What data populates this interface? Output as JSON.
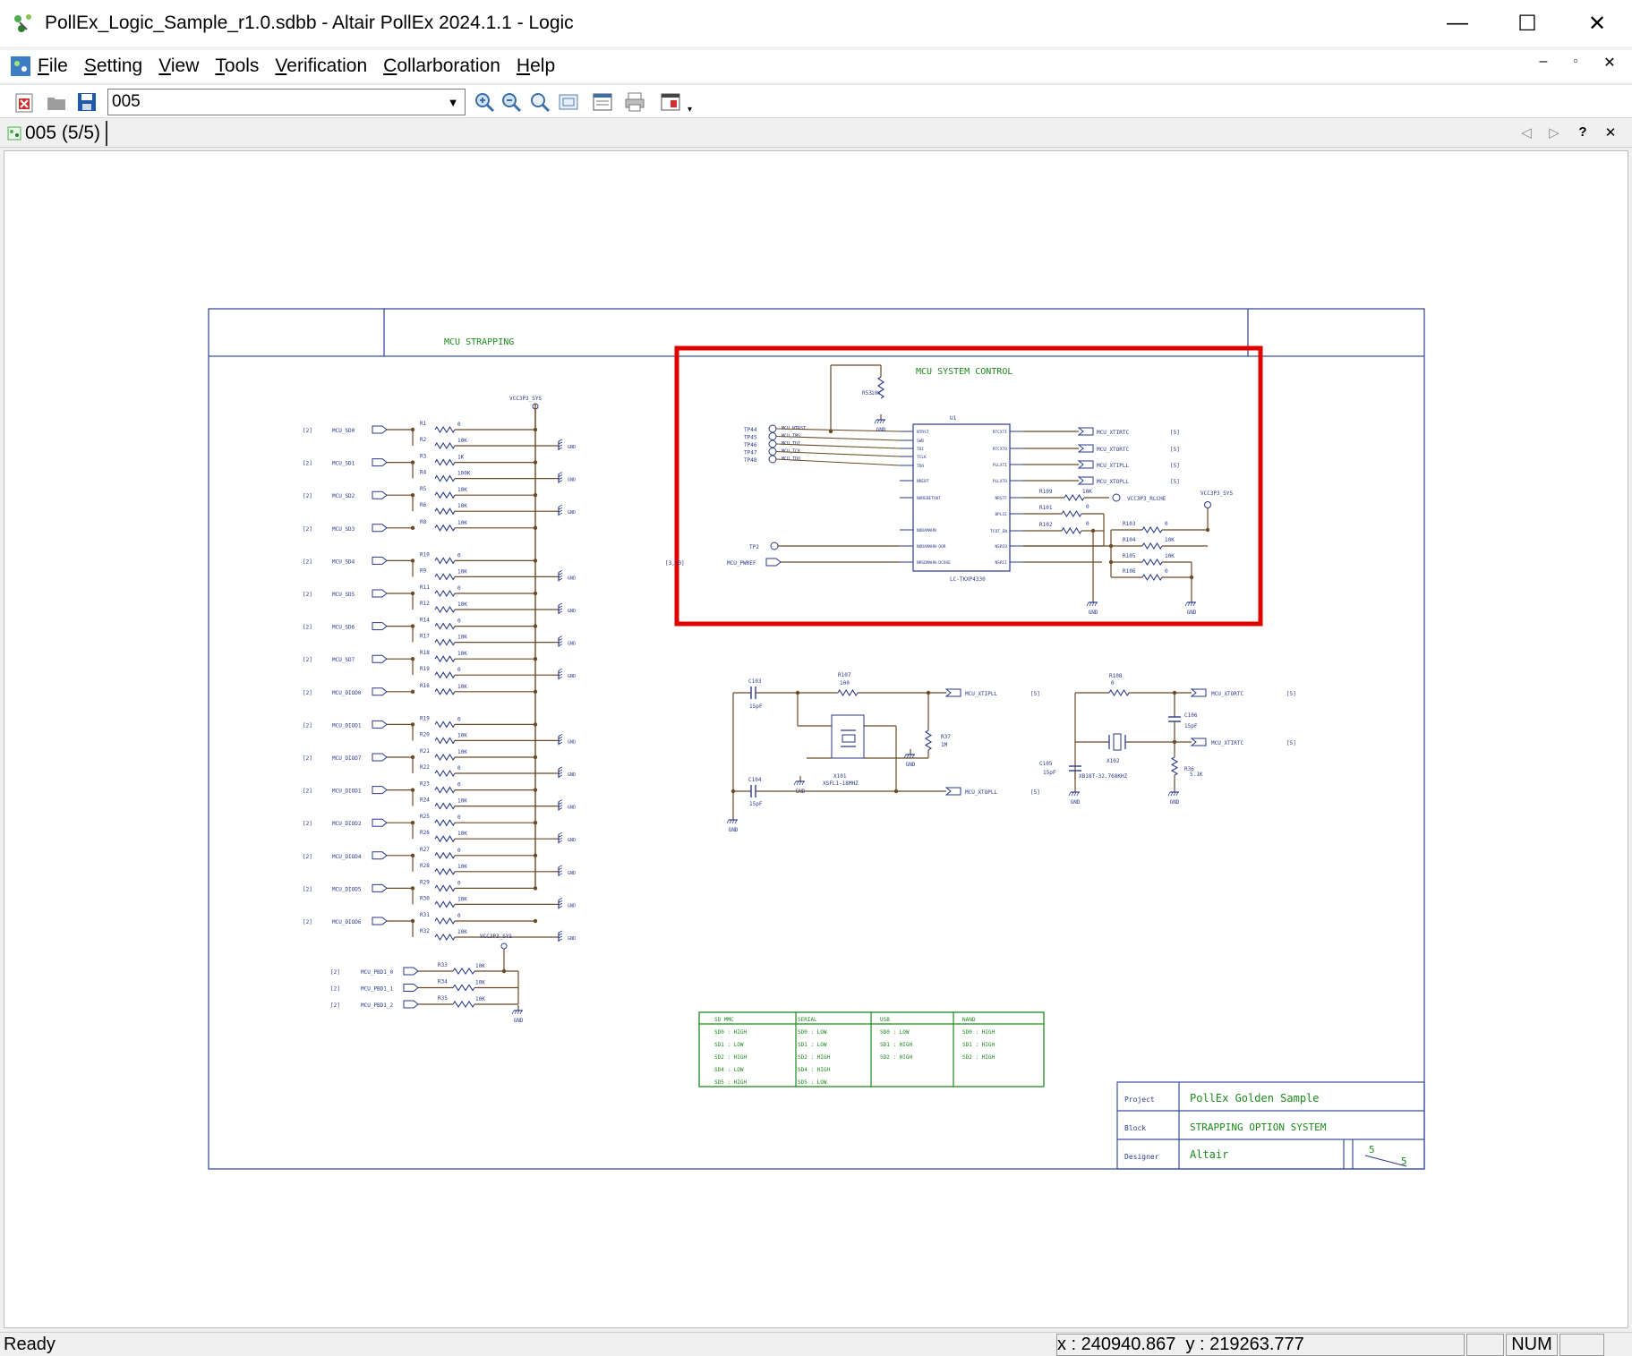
{
  "window": {
    "title": "PollEx_Logic_Sample_r1.0.sdbb - Altair PollEx 2024.1.1 - Logic",
    "minimize": "—",
    "maximize": "☐",
    "close": "✕"
  },
  "menu": {
    "items": [
      {
        "pre": "",
        "u": "F",
        "post": "ile"
      },
      {
        "pre": "",
        "u": "S",
        "post": "etting"
      },
      {
        "pre": "",
        "u": "V",
        "post": "iew"
      },
      {
        "pre": "",
        "u": "T",
        "post": "ools"
      },
      {
        "pre": "",
        "u": "V",
        "post": "erification"
      },
      {
        "pre": "",
        "u": "C",
        "post": "ollarboration"
      },
      {
        "pre": "",
        "u": "H",
        "post": "elp"
      }
    ]
  },
  "toolbar": {
    "sheet_value": "005"
  },
  "tab": {
    "label": "005 (5/5)",
    "help": "?",
    "close": "✕"
  },
  "schematic": {
    "left_title": "MCU STRAPPING",
    "right_title": "MCU SYSTEM CONTROL",
    "vcc_label": "VCC3P3_SYS",
    "vcc_rtc": "VCC3P3_RLCHE",
    "ic_ref": "U1",
    "ic_name": "LC-TKXP4330",
    "ic_left_pins": [
      "NTRST",
      "SWD",
      "TDI",
      "TCLK",
      "TDO",
      "NREBT",
      "NOREBETOUT",
      "NODAMAHN",
      "NODAMAHN-OOR",
      "NRSDMAHN-DCOUE"
    ],
    "ic_right_pins": [
      "RTCXTI",
      "RTCXTO",
      "PLLXTI",
      "PLLXTO",
      "NRSTF",
      "BPLCE",
      "TCOT_EN",
      "NSRCO",
      "NSRCI"
    ],
    "ic_right_nets": [
      "MCU_XTIRTC",
      "MCU_XTORTC",
      "MCU_XTIPLL",
      "MCU_XTOPLL"
    ],
    "jtag_tps": [
      "TP44",
      "TP45",
      "TP46",
      "TP47",
      "TP48"
    ],
    "jtag_nets": [
      "MCU_NTRST",
      "MCU_TMS",
      "MCU_TDI",
      "MCU_TCK",
      "MCU_TDO"
    ],
    "r53": "R53",
    "r53v": "10K",
    "gnd": "GND",
    "res_right": [
      {
        "ref": "R109",
        "val": "10K"
      },
      {
        "ref": "R101",
        "val": "0"
      },
      {
        "ref": "R102",
        "val": "0"
      },
      {
        "ref": "R103",
        "val": "0"
      },
      {
        "ref": "R104",
        "val": "10K"
      },
      {
        "ref": "R105",
        "val": "10K"
      },
      {
        "ref": "R106",
        "val": "0"
      }
    ],
    "tp2": "TP2",
    "pwrref": "MCU_PWREF",
    "pwrref_sheet": "[3,10]",
    "sheet5": "[5]",
    "strap_rows": [
      {
        "net": "MCU_SD0",
        "r1": "R1",
        "v1": "0",
        "r2": "R2",
        "v2": "10K"
      },
      {
        "net": "MCU_SD1",
        "r1": "R3",
        "v1": "1K",
        "r2": "R4",
        "v2": "100K"
      },
      {
        "net": "MCU_SD2",
        "r1": "R5",
        "v1": "10K",
        "r2": "R6",
        "v2": "10K"
      },
      {
        "net": "MCU_SD3",
        "r1": "R8",
        "v1": "10K",
        "r2": "",
        "v2": ""
      },
      {
        "net": "MCU_SD4",
        "r1": "R10",
        "v1": "0",
        "r2": "R9",
        "v2": "10K"
      },
      {
        "net": "MCU_SD5",
        "r1": "R11",
        "v1": "0",
        "r2": "R12",
        "v2": "10K"
      },
      {
        "net": "MCU_SD6",
        "r1": "R14",
        "v1": "0",
        "r2": "R17",
        "v2": "10K"
      },
      {
        "net": "MCU_SD7",
        "r1": "R18",
        "v1": "10K",
        "r2": "R19",
        "v2": "0"
      },
      {
        "net": "MCU_DIOD0",
        "r1": "R16",
        "v1": "10K",
        "r2": "",
        "v2": ""
      },
      {
        "net": "MCU_DIOD1",
        "r1": "R19",
        "v1": "0",
        "r2": "R20",
        "v2": "10K"
      },
      {
        "net": "MCU_DIOD7",
        "r1": "R21",
        "v1": "10K",
        "r2": "R22",
        "v2": "0"
      },
      {
        "net": "MCU_DIOD1",
        "r1": "R23",
        "v1": "0",
        "r2": "R24",
        "v2": "10K"
      },
      {
        "net": "MCU_DIOD2",
        "r1": "R25",
        "v1": "0",
        "r2": "R26",
        "v2": "10K"
      },
      {
        "net": "MCU_DIOD4",
        "r1": "R27",
        "v1": "0",
        "r2": "R28",
        "v2": "10K"
      },
      {
        "net": "MCU_DIOD5",
        "r1": "R29",
        "v1": "0",
        "r2": "R30",
        "v2": "10K"
      },
      {
        "net": "MCU_DIOD6",
        "r1": "R31",
        "v1": "0",
        "r2": "R32",
        "v2": "10K"
      }
    ],
    "sheet2": "[2]",
    "pbd_rows": [
      {
        "net": "MCU_PBD1_0",
        "r": "R33",
        "v": "10K"
      },
      {
        "net": "MCU_PBD1_1",
        "r": "R34",
        "v": "10K"
      },
      {
        "net": "MCU_PBD1_2",
        "r": "R35",
        "v": "10K"
      }
    ],
    "xtal1": {
      "c1": "C103",
      "c1v": "15pF",
      "c2": "C104",
      "c2v": "15pF",
      "r": "R107",
      "rv": "100",
      "r2": "R37",
      "r2v": "1M",
      "x": "X101",
      "xv": "XSFL1-18MHZ",
      "net1": "MCU_XTIPLL",
      "net2": "MCU_XTOPLL",
      "gnd": "GND"
    },
    "xtal2": {
      "r": "R108",
      "rv": "0",
      "c1": "C106",
      "c1v": "15pF",
      "c2": "C105",
      "c2v": "15pF",
      "x": "X102",
      "xv": "XB18T-32.768KHZ",
      "r2": "R36",
      "r2v": "5.1K",
      "net1": "MCU_XTORTC",
      "net2": "MCU_XTIRTC"
    },
    "mode_table": {
      "headers": [
        "SD MMC",
        "SERIAL",
        "USB",
        "NAND"
      ],
      "cols": [
        [
          "SD0 : HIGH",
          "SD1 : LOW",
          "SD2 : HIGH",
          "SD4 : LOW",
          "SD5 : HIGH"
        ],
        [
          "SD0 : LOW",
          "SD1 : LOW",
          "SD2 : HIGH",
          "SD4 : HIGH",
          "SD5 : LOW"
        ],
        [
          "SD0 : LOW",
          "SD1 : HIGH",
          "SD2 : HIGH"
        ],
        [
          "SD0 : HIGH",
          "SD1 : HIGH",
          "SD2 : HIGH"
        ]
      ]
    },
    "titleblock": {
      "project_label": "Project",
      "project": "PollEx Golden Sample",
      "block_label": "Block",
      "block": "STRAPPING OPTION SYSTEM",
      "designer_label": "Designer",
      "designer": "Altair",
      "page": "5",
      "pages": "5"
    }
  },
  "status": {
    "text": "Ready",
    "x_label": "x : ",
    "x": "240940.867",
    "y_label": "  y : ",
    "y": "219263.777",
    "num": "NUM"
  },
  "colors": {
    "schematic_green": "#1c8a1c",
    "component_blue": "#2a3a8c",
    "wire": "#6b4a26",
    "frame": "#3b4fa0",
    "highlight": "#e00000"
  }
}
